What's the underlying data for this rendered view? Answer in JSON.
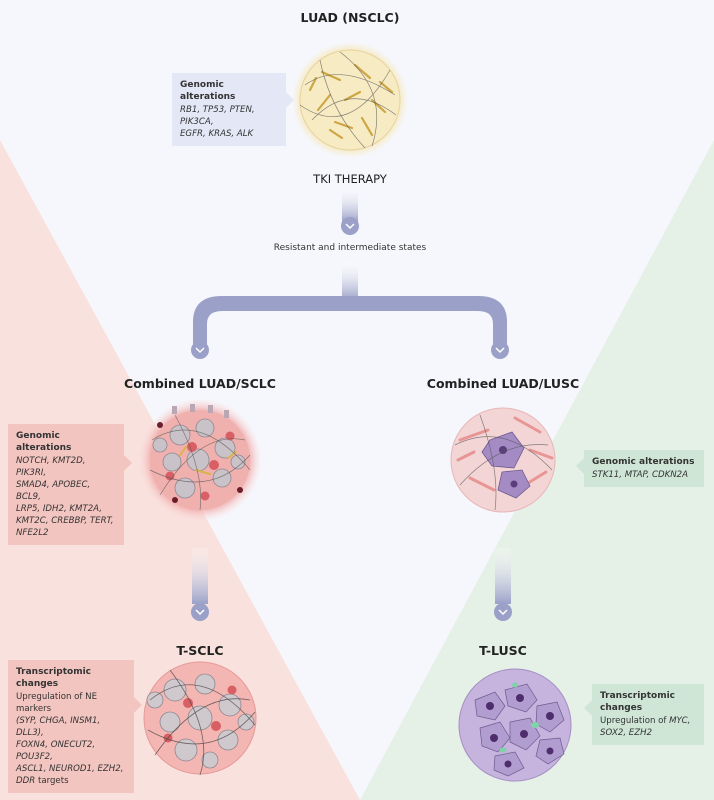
{
  "top": {
    "title": "LUAD (NSCLC)",
    "box": {
      "heading": "Genomic alterations",
      "line1": "RB1, TP53, PTEN, PIK3CA,",
      "line2": "EGFR, KRAS, ALK"
    }
  },
  "therapy": {
    "label": "TKI THERAPY",
    "states": "Resistant and intermediate states"
  },
  "left": {
    "title": "Combined LUAD/SCLC",
    "box": {
      "heading": "Genomic alterations",
      "lines": [
        "NOTCH, KMT2D, PIK3RI,",
        "SMAD4, APOBEC, BCL9,",
        "LRP5, IDH2, KMT2A,",
        "KMT2C, CREBBP, TERT,",
        "NFE2L2"
      ]
    },
    "final_title": "T-SCLC",
    "final_box": {
      "heading": "Transcriptomic changes",
      "line1": "Upregulation of NE markers",
      "line2": "(SYP, CHGA, INSM1, DLL3),",
      "line3": "FOXN4, ONECUT2, POU3F2,",
      "line4": "ASCL1, NEUROD1, EZH2,",
      "line5_italic": "DDR",
      "line5_rest": " targets"
    }
  },
  "right": {
    "title": "Combined LUAD/LUSC",
    "box": {
      "heading": "Genomic alterations",
      "line1": "STK11, MTAP, CDKN2A"
    },
    "final_title": "T-LUSC",
    "final_box": {
      "heading": "Transcriptomic changes",
      "line1_plain": "Upregulation of ",
      "line1_italic": "MYC,",
      "line2": "SOX2, EZH2"
    }
  },
  "colors": {
    "bg_center": "#f6f7fc",
    "bg_left": "#f9e0dc",
    "bg_right": "#e4efe6",
    "arrow": "#9da2c9",
    "luad_cells": "#d9b54a",
    "sclc_cells": "#e9868a",
    "lusc_cells": "#8a6fb0"
  }
}
